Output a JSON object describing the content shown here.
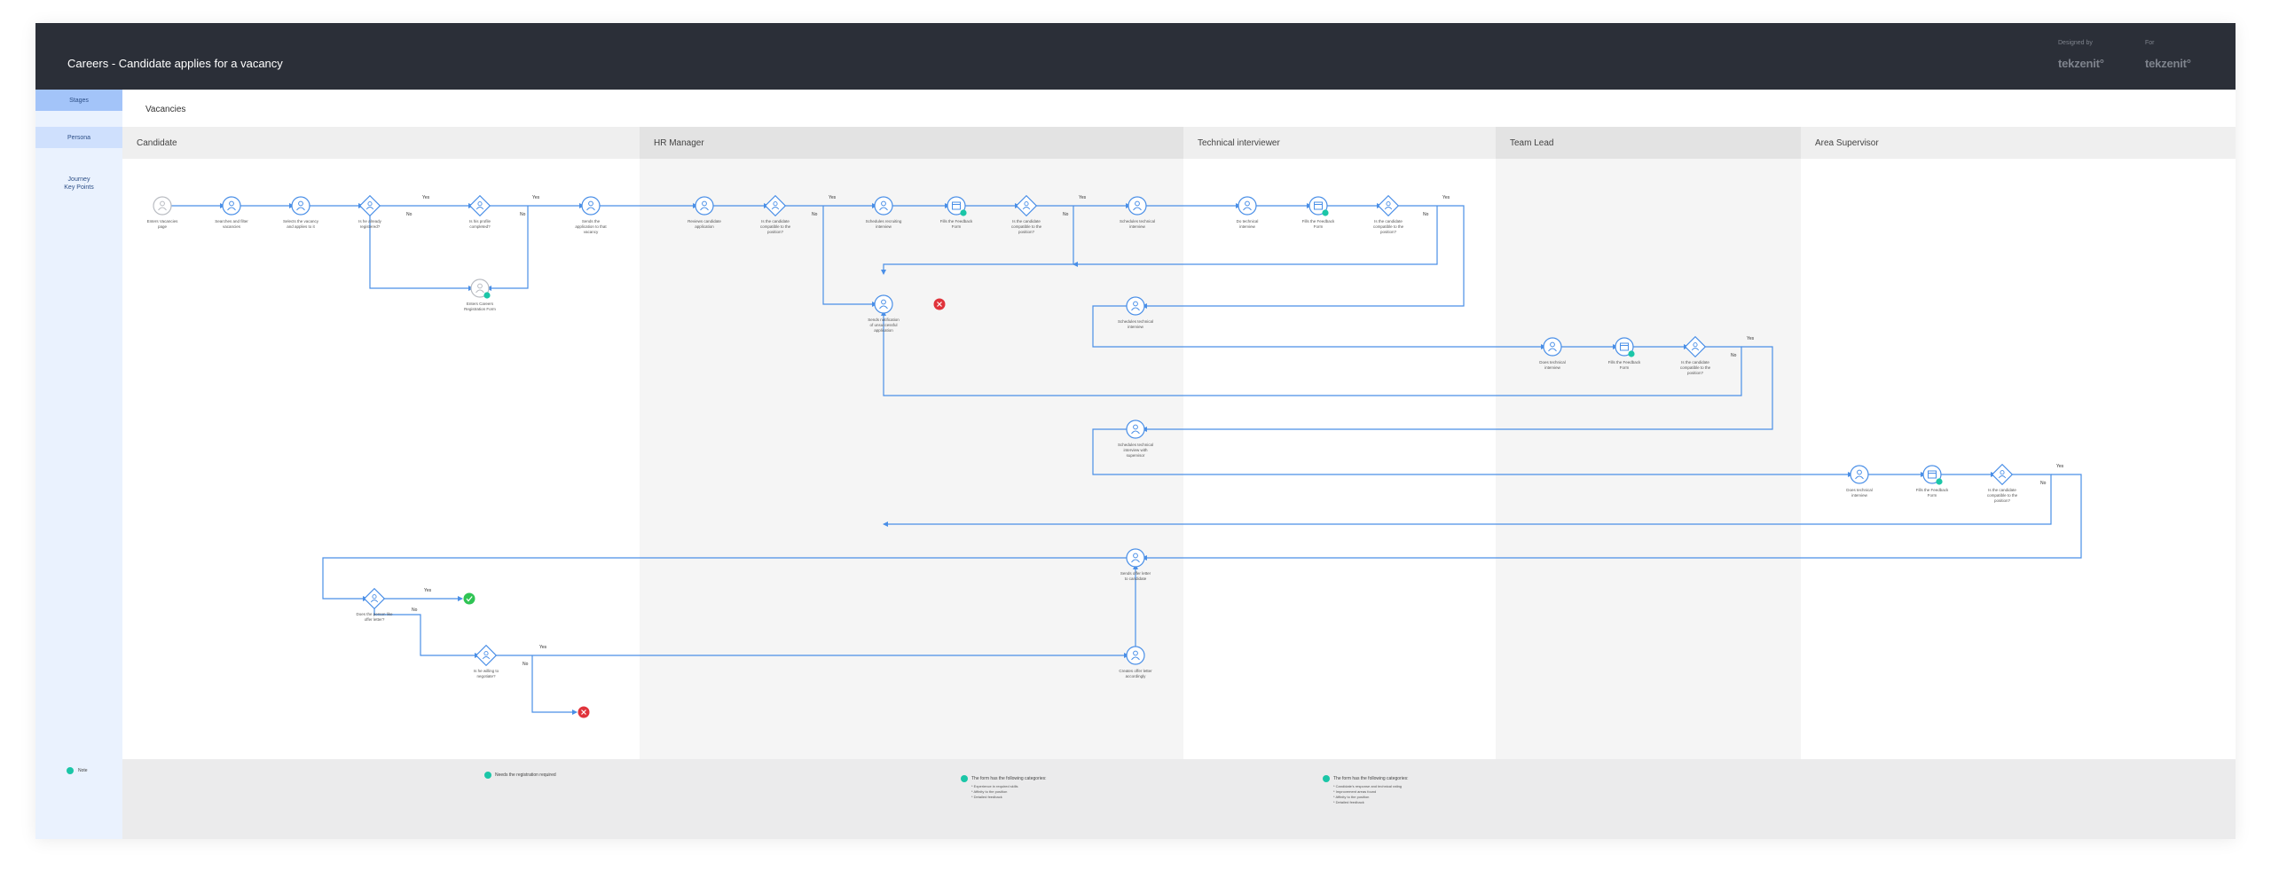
{
  "header": {
    "title": "Careers - Candidate applies for a vacancy",
    "designed_by_label": "Designed by",
    "designed_by": "tekzenit°",
    "for_label": "For",
    "for": "tekzenit°"
  },
  "sidebar": {
    "stages": "Stages",
    "persona": "Persona",
    "journey": "Journey\nKey Points"
  },
  "stage": {
    "name": "Vacancies"
  },
  "lanes": [
    {
      "name": "Candidate"
    },
    {
      "name": "HR Manager"
    },
    {
      "name": "Technical interviewer"
    },
    {
      "name": "Team Lead"
    },
    {
      "name": "Area Supervisor"
    }
  ],
  "nodes": {
    "n1": "Enters Vacancies page",
    "n2": "Searches and filter vacancies",
    "n3": "Selects the vacancy and applies to it",
    "n4": "Is he already registered?",
    "n5": "Is his profile completed?",
    "n6": "Enters Careers Registration Form",
    "n7": "Sends the application to that vacancy",
    "n8": "Reviews candidate application",
    "n9": "Is the candidate compatible to the position?",
    "n10": "Schedules recruiting interview",
    "n11": "Fills the Feedback Form",
    "n12": "Is the candidate compatible to the position?",
    "n13": "Schedules technical interview",
    "n14": "Sends notification of unsuccessful application",
    "n15": "Do technical interview",
    "n16": "Fills the Feedback Form",
    "n17": "Is the candidate compatible to the position?",
    "n18": "Schedules technical interview",
    "n19": "Does technical interview",
    "n20": "Fills the Feedback Form",
    "n21": "Is the candidate compatible to the position?",
    "n22": "Schedules technical interview with supervisor",
    "n23": "Does technical interview",
    "n24": "Fills the Feedback Form",
    "n25": "Is the candidate compatible to the position?",
    "n26": "Sends offer letter to candidate",
    "n27": "Does the person like offer letter?",
    "n28": "Is he willing to negotiate?",
    "n29": "Creates offer letter accordingly"
  },
  "decisions": {
    "yes": "Yes",
    "no": "No"
  },
  "notes": {
    "legend": "Note",
    "note1": "Needs the registration required",
    "note2_h": "The form has the following categories:",
    "note2_b": "* Experience in required skills\n* Affinity to the position\n* Detailed feedback",
    "note3_h": "The form has the following categories:",
    "note3_b": "* Candidate's response and technical rating\n* Improvement areas found\n* Affinity to the position\n* Detailed feedback"
  },
  "colors": {
    "header": "#2b2f38",
    "line": "#4a8fe7",
    "node": "#4a8fe7",
    "grey_node": "#b9bcc2",
    "success": "#2fc454",
    "fail": "#e0333b",
    "note": "#1bc6a7",
    "lane_shade": "#f5f5f5",
    "lane_header": "#e3e3e3",
    "lane_header_alt": "#efefef"
  }
}
